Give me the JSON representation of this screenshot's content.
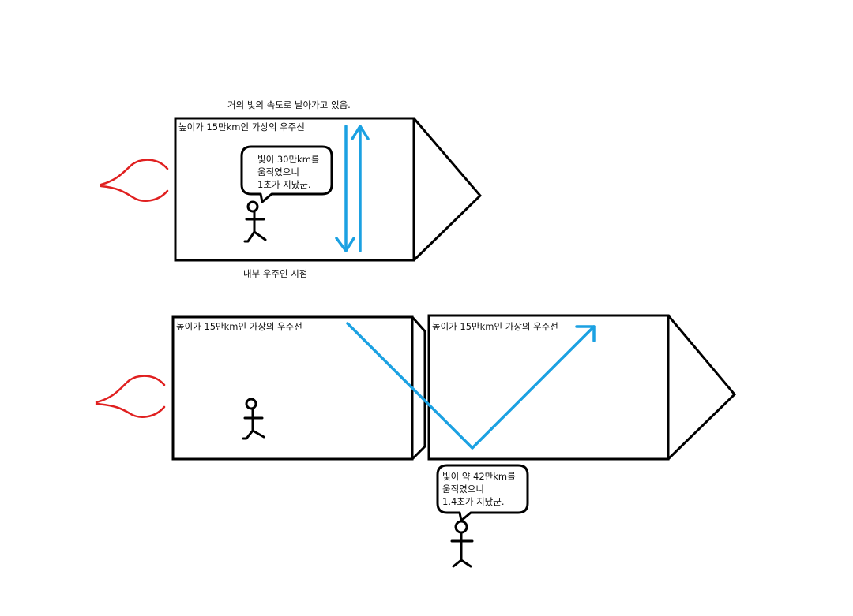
{
  "top_scene": {
    "caption_top": "거의 빛의 속도로 날아가고 있음.",
    "ship_label": "높이가 15만km인 가상의 우주선",
    "bubble_lines": [
      "빛이 30만km를",
      "움직였으니",
      "1초가 지났군."
    ],
    "caption_bottom": "내부 우주인 시점"
  },
  "bottom_scene": {
    "ship1_label": "높이가 15만km인 가상의 우주선",
    "ship2_label": "높이가 15만km인 가상의 우주선",
    "bubble_lines": [
      "빛이 약 42만km를",
      "움직였으니",
      "1.4초가 지났군."
    ]
  },
  "colors": {
    "light_path": "#1ba1e2",
    "rocket_flame": "#e02020",
    "outline": "#000000"
  }
}
